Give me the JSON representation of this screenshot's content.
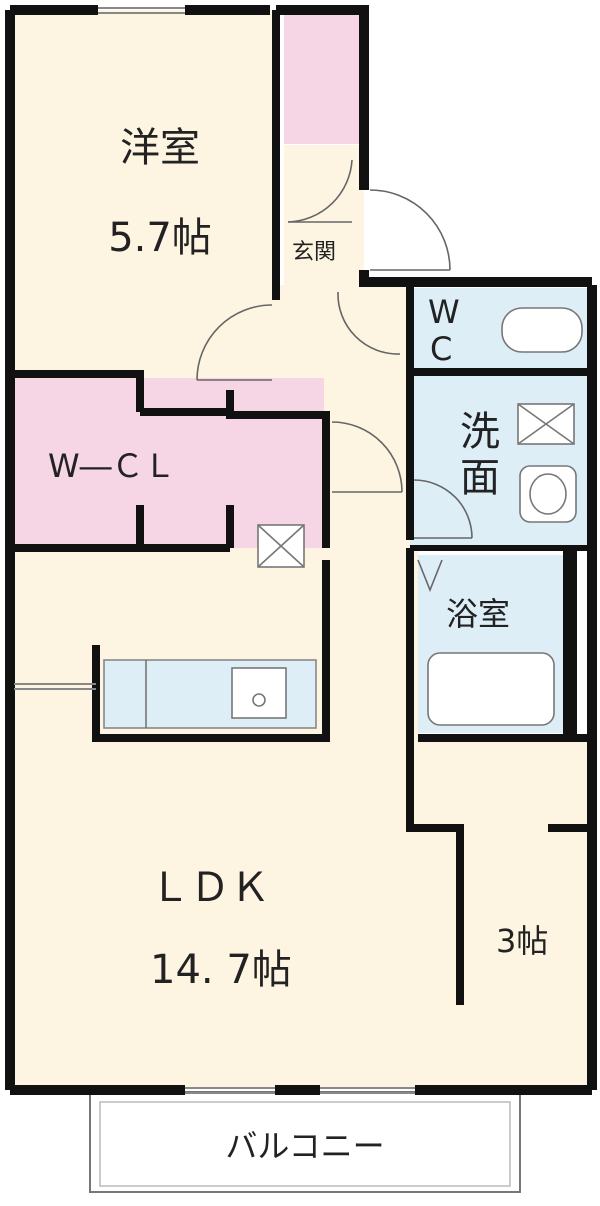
{
  "rooms": {
    "western_room": {
      "name": "洋室",
      "size": "5.7帖"
    },
    "entrance": {
      "name": "玄関"
    },
    "wc": {
      "line1": "W",
      "line2": "C"
    },
    "wcl": {
      "name": "W―ＣＬ"
    },
    "washroom": {
      "line1": "洗",
      "line2": "面"
    },
    "bath": {
      "name": "浴室"
    },
    "ldk": {
      "name": "ＬＤＫ",
      "size": "14. 7帖"
    },
    "room3": {
      "size": "3帖"
    },
    "balcony": {
      "name": "バルコニー"
    }
  },
  "colors": {
    "living": "#fdf4e1",
    "closet": "#f6d6e4",
    "wet": "#ddeef7",
    "wall": "#111111",
    "line": "#666666"
  }
}
